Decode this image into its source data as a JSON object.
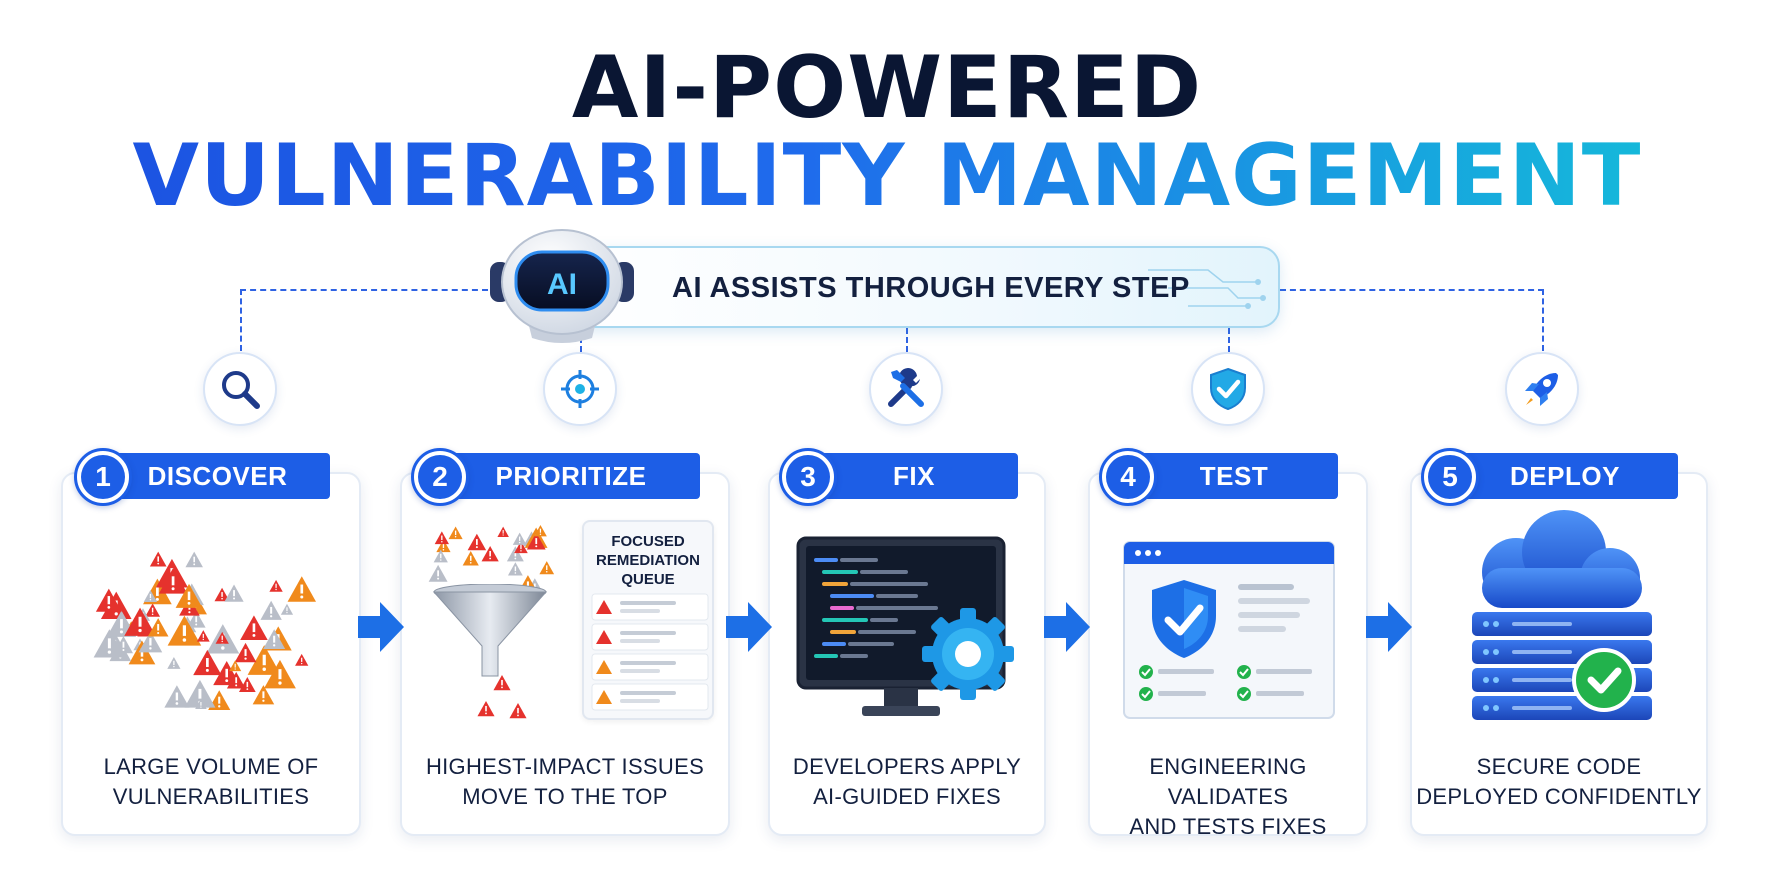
{
  "title": {
    "line1": "AI-POWERED",
    "line2": "VULNERABILITY MANAGEMENT"
  },
  "banner": {
    "robot_label": "AI",
    "text": "AI ASSISTS THROUGH EVERY STEP"
  },
  "steps": [
    {
      "number": "1",
      "label": "DISCOVER",
      "icon": "search-icon",
      "caption_line1": "LARGE VOLUME OF",
      "caption_line2": "VULNERABILITIES"
    },
    {
      "number": "2",
      "label": "PRIORITIZE",
      "icon": "target-icon",
      "caption_line1": "HIGHEST-IMPACT ISSUES",
      "caption_line2": "MOVE TO THE TOP",
      "queue_title": [
        "FOCUSED",
        "REMEDIATION",
        "QUEUE"
      ]
    },
    {
      "number": "3",
      "label": "FIX",
      "icon": "tools-icon",
      "caption_line1": "DEVELOPERS APPLY",
      "caption_line2": "AI-GUIDED FIXES"
    },
    {
      "number": "4",
      "label": "TEST",
      "icon": "shield-check-icon",
      "caption_line1": "ENGINEERING VALIDATES",
      "caption_line2": "AND TESTS FIXES"
    },
    {
      "number": "5",
      "label": "DEPLOY",
      "icon": "rocket-icon",
      "caption_line1": "SECURE CODE",
      "caption_line2": "DEPLOYED CONFIDENTLY"
    }
  ],
  "colors": {
    "primary_blue": "#1d5ee6",
    "dark_navy": "#0a1633",
    "alert_red": "#e5322d",
    "alert_orange": "#f08a1c",
    "alert_gray": "#b9bec8",
    "success_green": "#22b24c",
    "cyan_accent": "#14c2d8"
  }
}
